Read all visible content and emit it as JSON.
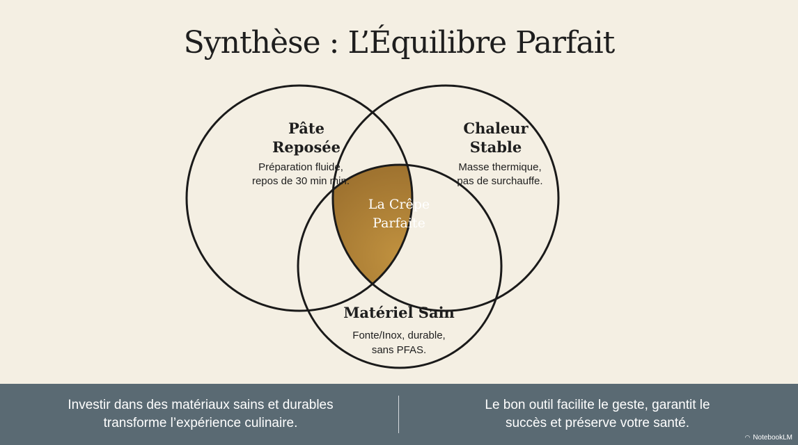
{
  "title": "Synthèse : L’Équilibre Parfait",
  "venn": {
    "left": {
      "heading_line1": "Pâte",
      "heading_line2": "Reposée",
      "desc_line1": "Préparation fluide,",
      "desc_line2": "repos de 30 min min."
    },
    "right": {
      "heading_line1": "Chaleur",
      "heading_line2": "Stable",
      "desc_line1": "Masse thermique,",
      "desc_line2": "pas de surchauffe."
    },
    "bottom": {
      "heading": "Matériel Sain",
      "desc_line1": "Fonte/Inox, durable,",
      "desc_line2": "sans PFAS."
    },
    "center": {
      "line1": "La Crêpe",
      "line2": "Parfaite"
    }
  },
  "footer": {
    "left_line1": "Investir dans des matériaux sains et durables",
    "left_line2": "transforme l’expérience culinaire.",
    "right_line1": "Le bon outil facilite le geste, garantit le",
    "right_line2": "succès et préserve votre santé."
  },
  "brand": "NotebookLM",
  "colors": {
    "background": "#f4efe3",
    "center_fill": "#a97b32",
    "footer": "#5a6a73"
  }
}
